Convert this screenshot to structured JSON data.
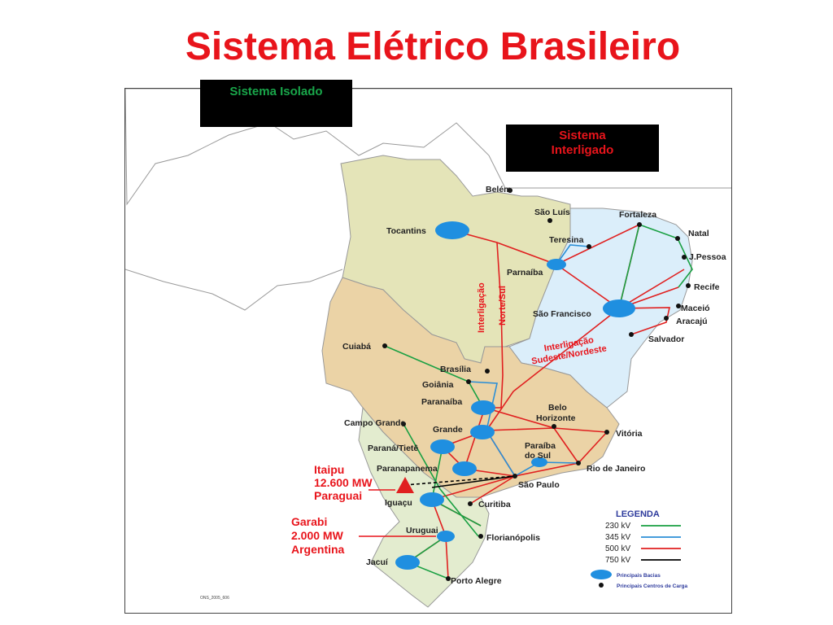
{
  "title": "Sistema Elétrico Brasileiro",
  "boxes": {
    "isolado": "Sistema Isolado",
    "interligado_1": "Sistema",
    "interligado_2": "Interligado"
  },
  "cities": {
    "belem": "Belém",
    "sao_luis": "São Luís",
    "tocantins": "Tocantins",
    "fortaleza": "Fortaleza",
    "teresina": "Teresina",
    "natal": "Natal",
    "parnaiba": "Parnaíba",
    "jpessoa": "J.Pessoa",
    "recife": "Recife",
    "sao_francisco": "São Francisco",
    "maceio": "Maceió",
    "aracaju": "Aracajú",
    "salvador": "Salvador",
    "cuiaba": "Cuiabá",
    "brasilia": "Brasília",
    "goiania": "Goiânia",
    "paranaiba": "Paranaíba",
    "belo_horizonte_1": "Belo",
    "belo_horizonte_2": "Horizonte",
    "campo_grande": "Campo Grande",
    "grande": "Grande",
    "vitoria": "Vitória",
    "parana_tiete": "Paraná/Tietê",
    "paraiba_sul_1": "Paraíba",
    "paraiba_sul_2": "do Sul",
    "paranapanema": "Paranapanema",
    "rio": "Rio de Janeiro",
    "sao_paulo": "São Paulo",
    "iguacu": "Iguaçu",
    "curitiba": "Curitiba",
    "uruguai": "Uruguai",
    "florianopolis": "Florianópolis",
    "jacui": "Jacuí",
    "porto_alegre": "Porto Alegre"
  },
  "interligacoes": {
    "norte_sul_1": "Interligação",
    "norte_sul_2": "Norte/Sul",
    "sudeste_nordeste_1": "Interligação",
    "sudeste_nordeste_2": "Sudeste/Nordeste"
  },
  "callouts": {
    "itaipu": [
      "Itaipu",
      "12.600 MW",
      "Paraguai"
    ],
    "garabi": [
      "Garabi",
      "2.000 MW",
      "Argentina"
    ]
  },
  "legend": {
    "title": "LEGENDA",
    "lines": [
      {
        "label": "230 kV",
        "color": "#1aa043"
      },
      {
        "label": "345 kV",
        "color": "#2b8fd6"
      },
      {
        "label": "500 kV",
        "color": "#e02020"
      },
      {
        "label": "750 kV",
        "color": "#000000"
      }
    ],
    "principais_bacias": "Principais Bacias",
    "principais_centros": "Principais Centros de Carga"
  },
  "source_note": "ONS_2005_606",
  "colors": {
    "title": "#e8141b",
    "north_region": "#e4e4b8",
    "northeast_region": "#dbeefa",
    "center_south_region": "#ebd3a6",
    "south_region": "#e3eccf",
    "basin": "#1f8fe0"
  }
}
